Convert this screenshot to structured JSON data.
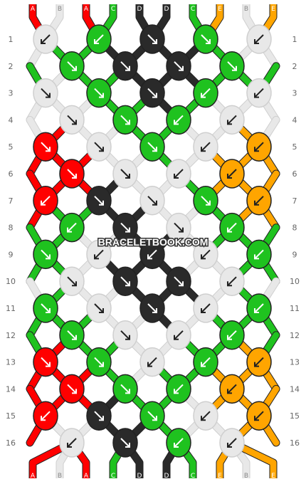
{
  "strands_top": [
    "A",
    "B",
    "A",
    "C",
    "D",
    "D",
    "C",
    "E",
    "B",
    "E"
  ],
  "strands_bottom": [
    "A",
    "B",
    "A",
    "C",
    "D",
    "D",
    "C",
    "E",
    "B",
    "E"
  ],
  "colors": {
    "A": "#ff0000",
    "B": "#e8e8e8",
    "C": "#1fc21f",
    "D": "#2a2a2a",
    "E": "#ffa500"
  },
  "row_numbers": [
    "1",
    "2",
    "3",
    "4",
    "5",
    "6",
    "7",
    "8",
    "9",
    "10",
    "11",
    "12",
    "13",
    "14",
    "15",
    "16"
  ],
  "watermark": "BRACELETBOOK.COM",
  "rows": [
    [
      [
        "B",
        "sw"
      ],
      [
        "C",
        "sw"
      ],
      [
        "D",
        "se"
      ],
      [
        "C",
        "se"
      ],
      [
        "B",
        "sw"
      ]
    ],
    [
      [
        "C",
        "se"
      ],
      [
        "D",
        "se"
      ],
      [
        "D",
        "se"
      ],
      [
        "C",
        "se"
      ]
    ],
    [
      [
        "B",
        "se"
      ],
      [
        "C",
        "se"
      ],
      [
        "D",
        "se"
      ],
      [
        "C",
        "sw"
      ],
      [
        "B",
        "sw"
      ]
    ],
    [
      [
        "B",
        "se"
      ],
      [
        "C",
        "se"
      ],
      [
        "C",
        "sw"
      ],
      [
        "B",
        "sw"
      ]
    ],
    [
      [
        "A",
        "se"
      ],
      [
        "B",
        "se"
      ],
      [
        "C",
        "se"
      ],
      [
        "B",
        "sw"
      ],
      [
        "E",
        "sw"
      ]
    ],
    [
      [
        "A",
        "se"
      ],
      [
        "B",
        "se"
      ],
      [
        "B",
        "sw"
      ],
      [
        "E",
        "sw"
      ]
    ],
    [
      [
        "A",
        "sw"
      ],
      [
        "D",
        "se"
      ],
      [
        "B",
        "se"
      ],
      [
        "C",
        "se"
      ],
      [
        "E",
        "sw"
      ]
    ],
    [
      [
        "C",
        "sw"
      ],
      [
        "D",
        "se"
      ],
      [
        "B",
        "se"
      ],
      [
        "C",
        "sw"
      ]
    ],
    [
      [
        "C",
        "se"
      ],
      [
        "B",
        "sw"
      ],
      [
        "D",
        "sw"
      ],
      [
        "B",
        "sw"
      ],
      [
        "C",
        "sw"
      ]
    ],
    [
      [
        "B",
        "se"
      ],
      [
        "D",
        "se"
      ],
      [
        "D",
        "se"
      ],
      [
        "B",
        "sw"
      ]
    ],
    [
      [
        "C",
        "se"
      ],
      [
        "B",
        "se"
      ],
      [
        "D",
        "se"
      ],
      [
        "B",
        "sw"
      ],
      [
        "C",
        "sw"
      ]
    ],
    [
      [
        "C",
        "se"
      ],
      [
        "B",
        "se"
      ],
      [
        "B",
        "sw"
      ],
      [
        "C",
        "sw"
      ]
    ],
    [
      [
        "A",
        "se"
      ],
      [
        "C",
        "se"
      ],
      [
        "B",
        "sw"
      ],
      [
        "C",
        "sw"
      ],
      [
        "E",
        "sw"
      ]
    ],
    [
      [
        "A",
        "se"
      ],
      [
        "C",
        "se"
      ],
      [
        "C",
        "sw"
      ],
      [
        "E",
        "sw"
      ]
    ],
    [
      [
        "A",
        "sw"
      ],
      [
        "D",
        "se"
      ],
      [
        "C",
        "se"
      ],
      [
        "B",
        "sw"
      ],
      [
        "E",
        "sw"
      ]
    ],
    [
      [
        "B",
        "sw"
      ],
      [
        "D",
        "se"
      ],
      [
        "C",
        "sw"
      ],
      [
        "B",
        "sw"
      ]
    ]
  ]
}
